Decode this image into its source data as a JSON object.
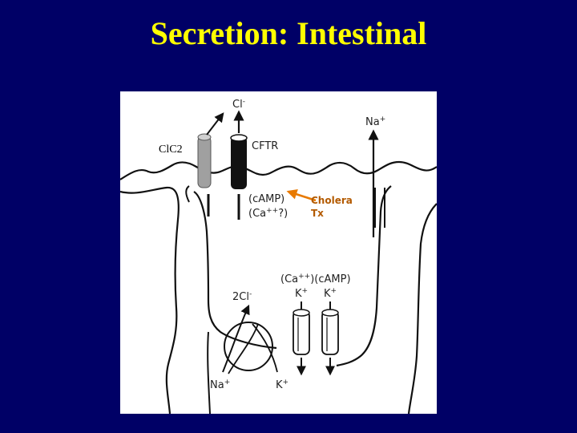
{
  "title": "Secretion: Intestinal",
  "figure": {
    "labels": {
      "cl_top": "Cl",
      "cl_top_sup": "-",
      "clc2": "ClC2",
      "cftr": "CFTR",
      "na_top": "Na",
      "na_top_sup": "+",
      "camp": "(cAMP)",
      "ca_q": "(Ca",
      "ca_q_sup": "++",
      "ca_q_end": "?)",
      "cholera": "Cholera",
      "tx": "Tx",
      "ca_camp_a": "(Ca",
      "ca_camp_sup": "++",
      "ca_camp_b": ")(cAMP)",
      "k1": "K",
      "k1_sup": "+",
      "k2": "K",
      "k2_sup": "+",
      "two_cl": "2Cl",
      "two_cl_sup": "-",
      "na_bottom": "Na",
      "na_bottom_sup": "+",
      "k_bottom": "K",
      "k_bottom_sup": "+"
    },
    "colors": {
      "cholera_arrow": "#e87a00",
      "clc2_channel": "#a0a0a0",
      "cftr_channel": "#111111"
    }
  }
}
